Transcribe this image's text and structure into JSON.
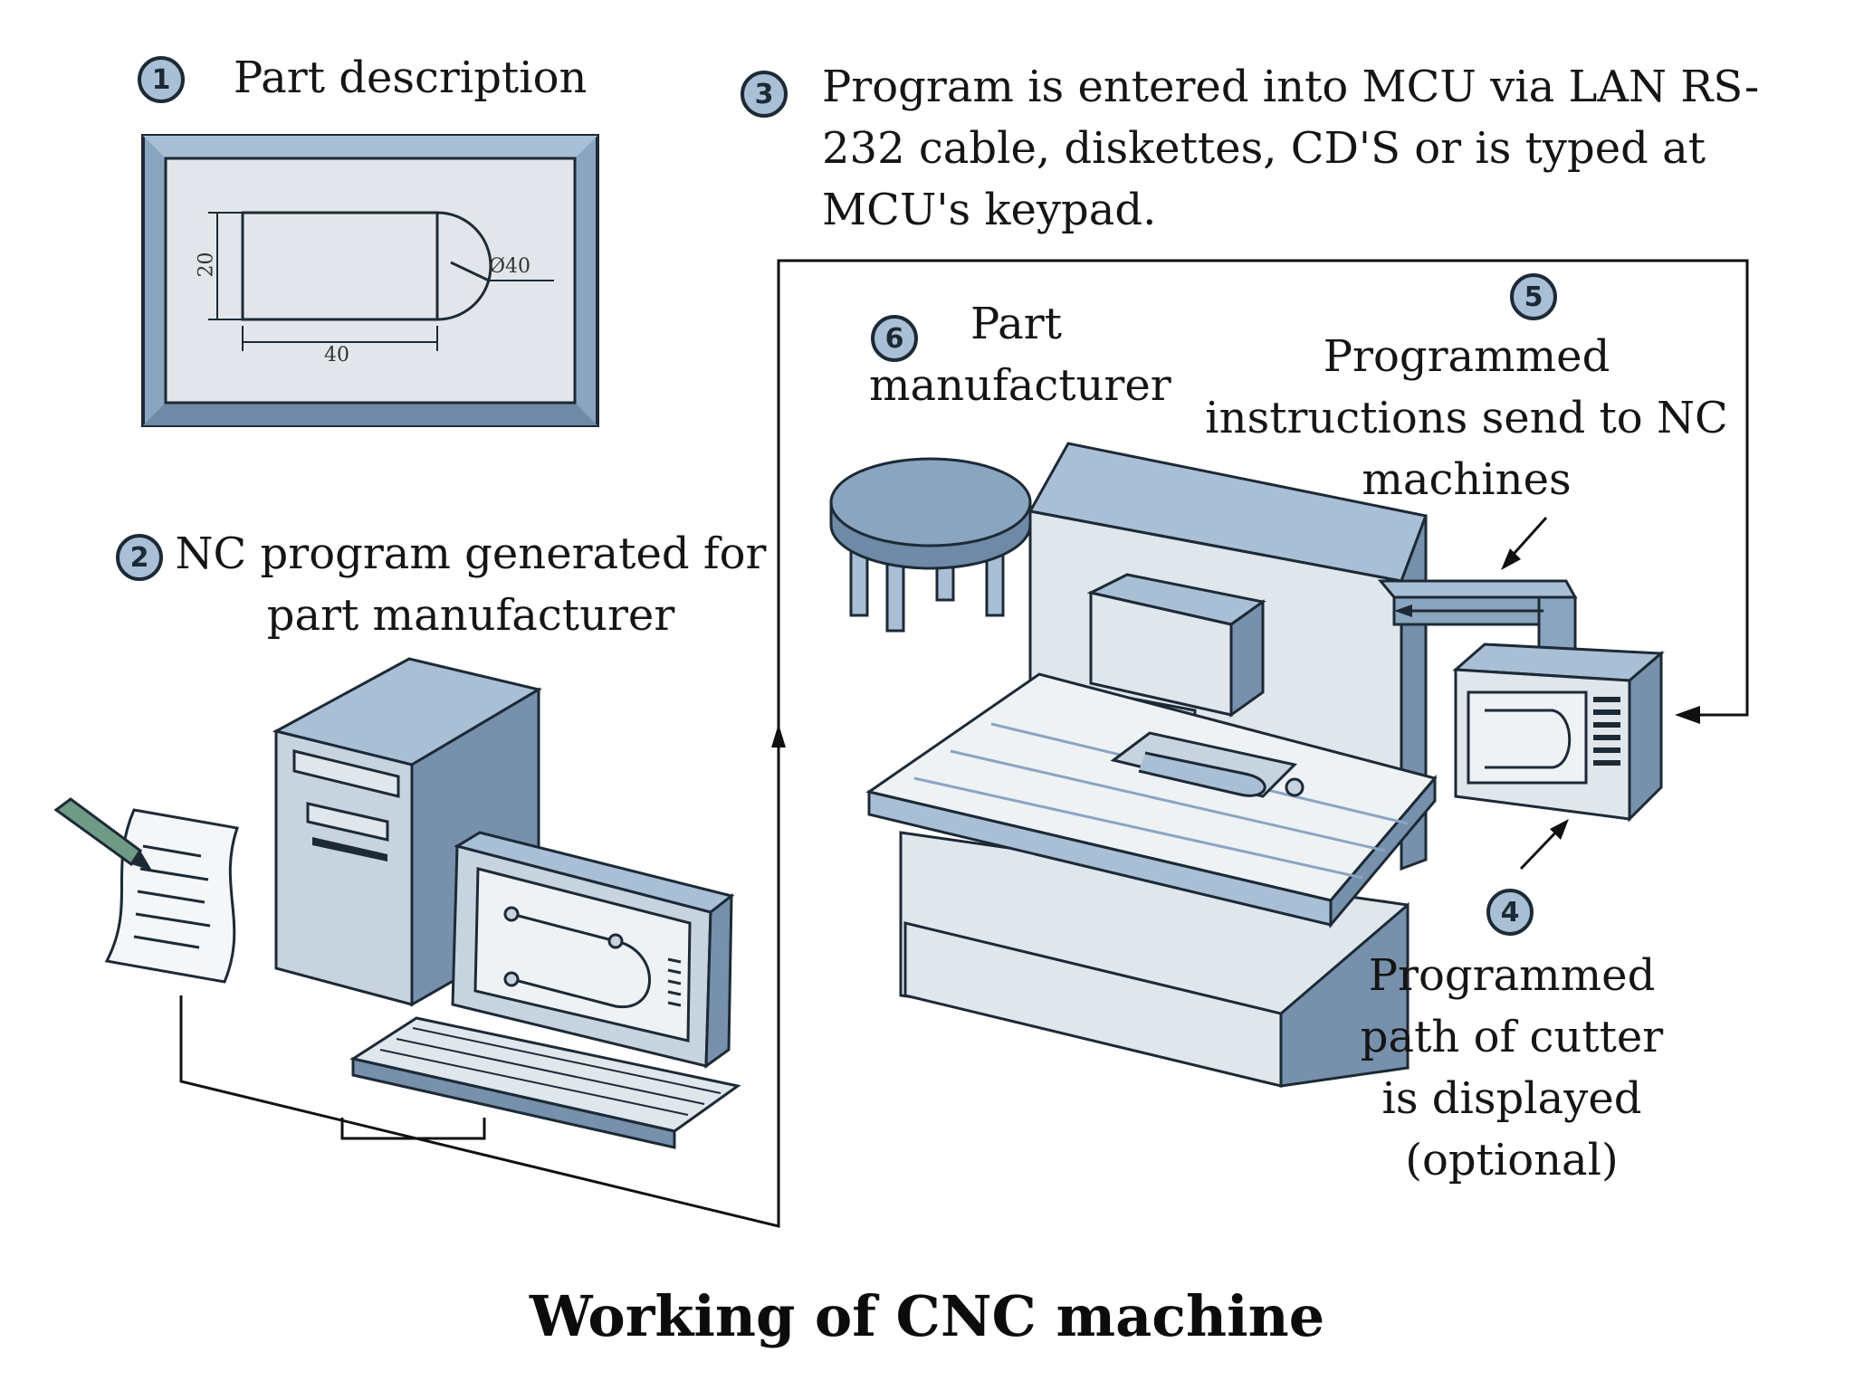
{
  "steps": [
    {
      "number": "1",
      "text": [
        "Part description"
      ]
    },
    {
      "number": "2",
      "text": [
        "NC program generated for",
        "part manufacturer"
      ]
    },
    {
      "number": "3",
      "text": [
        "Program is entered into MCU via LAN RS-",
        "232 cable, diskettes, CD'S or is typed at",
        "MCU's keypad."
      ]
    },
    {
      "number": "4",
      "text": [
        "Programmed",
        "path of cutter",
        "is displayed",
        "(optional)"
      ]
    },
    {
      "number": "5",
      "text": [
        "Programmed",
        "instructions send to NC",
        "machines"
      ]
    },
    {
      "number": "6",
      "text": [
        "Part",
        "manufacturer"
      ]
    }
  ],
  "drawing": {
    "dim_height": "20",
    "dim_width": "40",
    "dim_diameter": "Ø40"
  },
  "caption": "Working of CNC machine"
}
